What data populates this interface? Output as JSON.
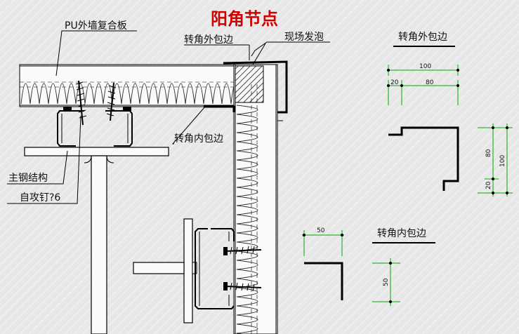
{
  "title": "阳角节点",
  "labels": {
    "pu_panel": "PU外墙复合板",
    "outer_flashing": "转角外包边",
    "site_foam": "现场发泡",
    "inner_flashing": "转角内包边",
    "main_steel": "主钢结构",
    "screw": "自攻钉?6"
  },
  "details": {
    "outer": {
      "title": "转角外包边",
      "dim_total": "100",
      "dim_a": "20",
      "dim_b": "80",
      "dim_v_total": "100",
      "dim_v_a": "80",
      "dim_v_b": "20"
    },
    "inner": {
      "title": "转角内包边",
      "dim_h": "50",
      "dim_v": "50"
    }
  },
  "colors": {
    "title": "#d00000",
    "dimension": "#00aa00",
    "foam": "#555555"
  }
}
